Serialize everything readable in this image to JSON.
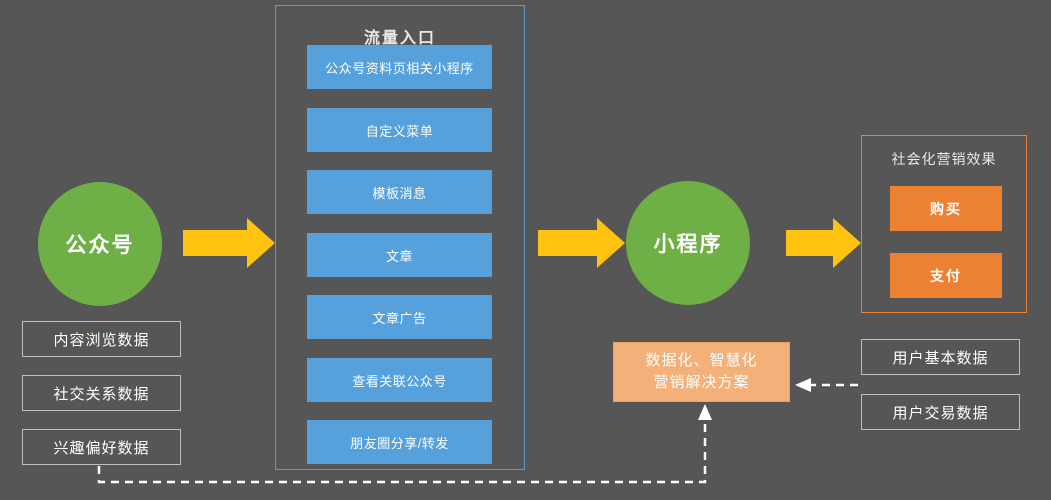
{
  "theme": {
    "background": "#565656",
    "green": "#6FB046",
    "blue": "#56A0DB",
    "blue_border": "#5B9BD5",
    "orange": "#ED8133",
    "peach": "#F3B079",
    "yellow_arrow": "#FFC20E",
    "tag_border": "#BFBFBF",
    "text_light": "#FFFFFF"
  },
  "nodes": {
    "official_account": {
      "label": "公众号"
    },
    "mini_program": {
      "label": "小程序"
    }
  },
  "traffic_panel": {
    "title": "流量入口",
    "items": [
      {
        "label": "公众号资料页相关小程序"
      },
      {
        "label": "自定义菜单"
      },
      {
        "label": "模板消息"
      },
      {
        "label": "文章"
      },
      {
        "label": "文章广告"
      },
      {
        "label": "查看关联公众号"
      },
      {
        "label": "朋友圈分享/转发"
      }
    ]
  },
  "marketing_panel": {
    "title": "社会化营销效果",
    "items": [
      {
        "label": "购买"
      },
      {
        "label": "支付"
      }
    ]
  },
  "solution_box": {
    "line1": "数据化、智慧化",
    "line2": "营销解决方案"
  },
  "left_data_tags": [
    {
      "label": "内容浏览数据"
    },
    {
      "label": "社交关系数据"
    },
    {
      "label": "兴趣偏好数据"
    }
  ],
  "right_data_tags": [
    {
      "label": "用户基本数据"
    },
    {
      "label": "用户交易数据"
    }
  ],
  "connectors": [
    {
      "name": "arrow-account-to-traffic",
      "style": "solid",
      "color": "#FFC20E",
      "direction": "right"
    },
    {
      "name": "arrow-traffic-to-miniprogram",
      "style": "solid",
      "color": "#FFC20E",
      "direction": "right"
    },
    {
      "name": "arrow-miniprogram-to-marketing",
      "style": "solid",
      "color": "#FFC20E",
      "direction": "right"
    },
    {
      "name": "arrow-right-data-to-solution",
      "style": "dashed",
      "color": "#FFFFFF",
      "direction": "left"
    },
    {
      "name": "arrow-left-data-to-solution",
      "style": "dashed",
      "color": "#FFFFFF",
      "direction": "up"
    }
  ]
}
